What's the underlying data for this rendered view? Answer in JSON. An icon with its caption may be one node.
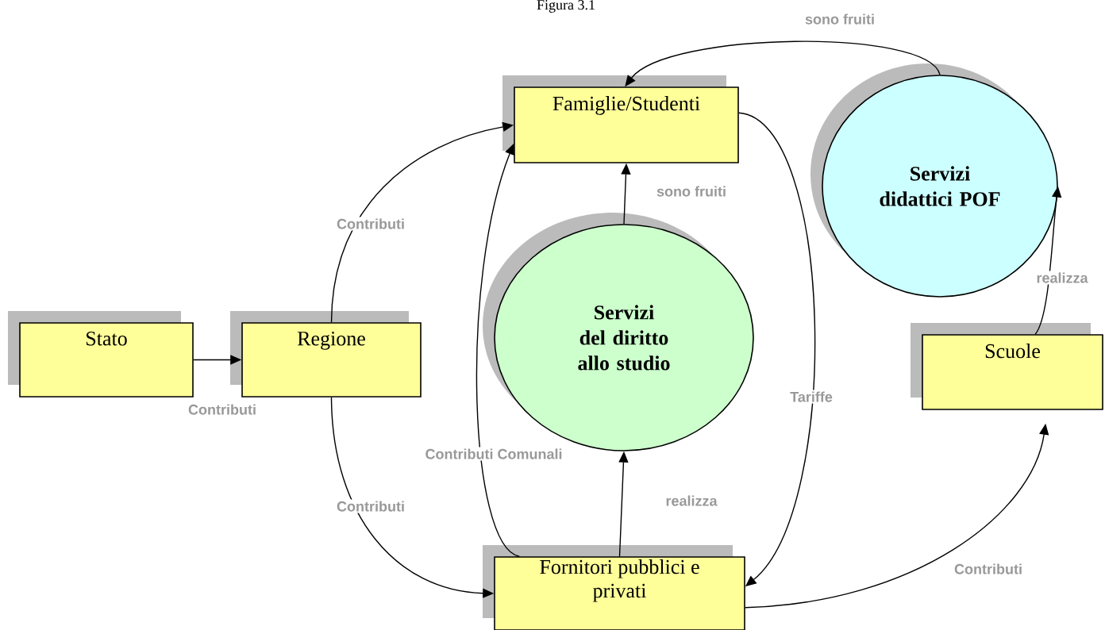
{
  "diagram": {
    "title": "Figura 3.1",
    "nodes": [
      {
        "text": [
          "Stato"
        ]
      },
      {
        "text": [
          "Regione"
        ]
      },
      {
        "text": [
          "Famiglie/Studenti"
        ]
      },
      {
        "text": [
          "Servizi del diritto allo studio"
        ]
      },
      {
        "text": [
          "Servizi didattici POF"
        ]
      },
      {
        "text": [
          "Scuole"
        ]
      },
      {
        "text": [
          "Fornitori pubblici e privati"
        ]
      }
    ],
    "edges": [
      {
        "from": 0,
        "to": 1,
        "arrow": "to",
        "label": "Contributi"
      },
      {
        "from": 1,
        "to": 2,
        "arrow": "to",
        "label": "Contributi"
      },
      {
        "from": 1,
        "to": 6,
        "arrow": "to",
        "label": "Contributi"
      },
      {
        "from": 6,
        "to": 2,
        "arrow": "to",
        "label": "Contributi Comunali"
      },
      {
        "from": 3,
        "to": 2,
        "arrow": "to",
        "label": "sono fruiti"
      },
      {
        "from": 6,
        "to": 3,
        "arrow": "to",
        "label": "realizza"
      },
      {
        "from": 2,
        "to": 6,
        "arrow": "to",
        "label": "Tariffe"
      },
      {
        "from": 4,
        "to": 2,
        "arrow": "to",
        "label": "sono fruiti"
      },
      {
        "from": 5,
        "to": 4,
        "arrow": "to",
        "label": "realizza"
      },
      {
        "from": 6,
        "to": 5,
        "arrow": "to",
        "label": "Contributi"
      }
    ]
  }
}
